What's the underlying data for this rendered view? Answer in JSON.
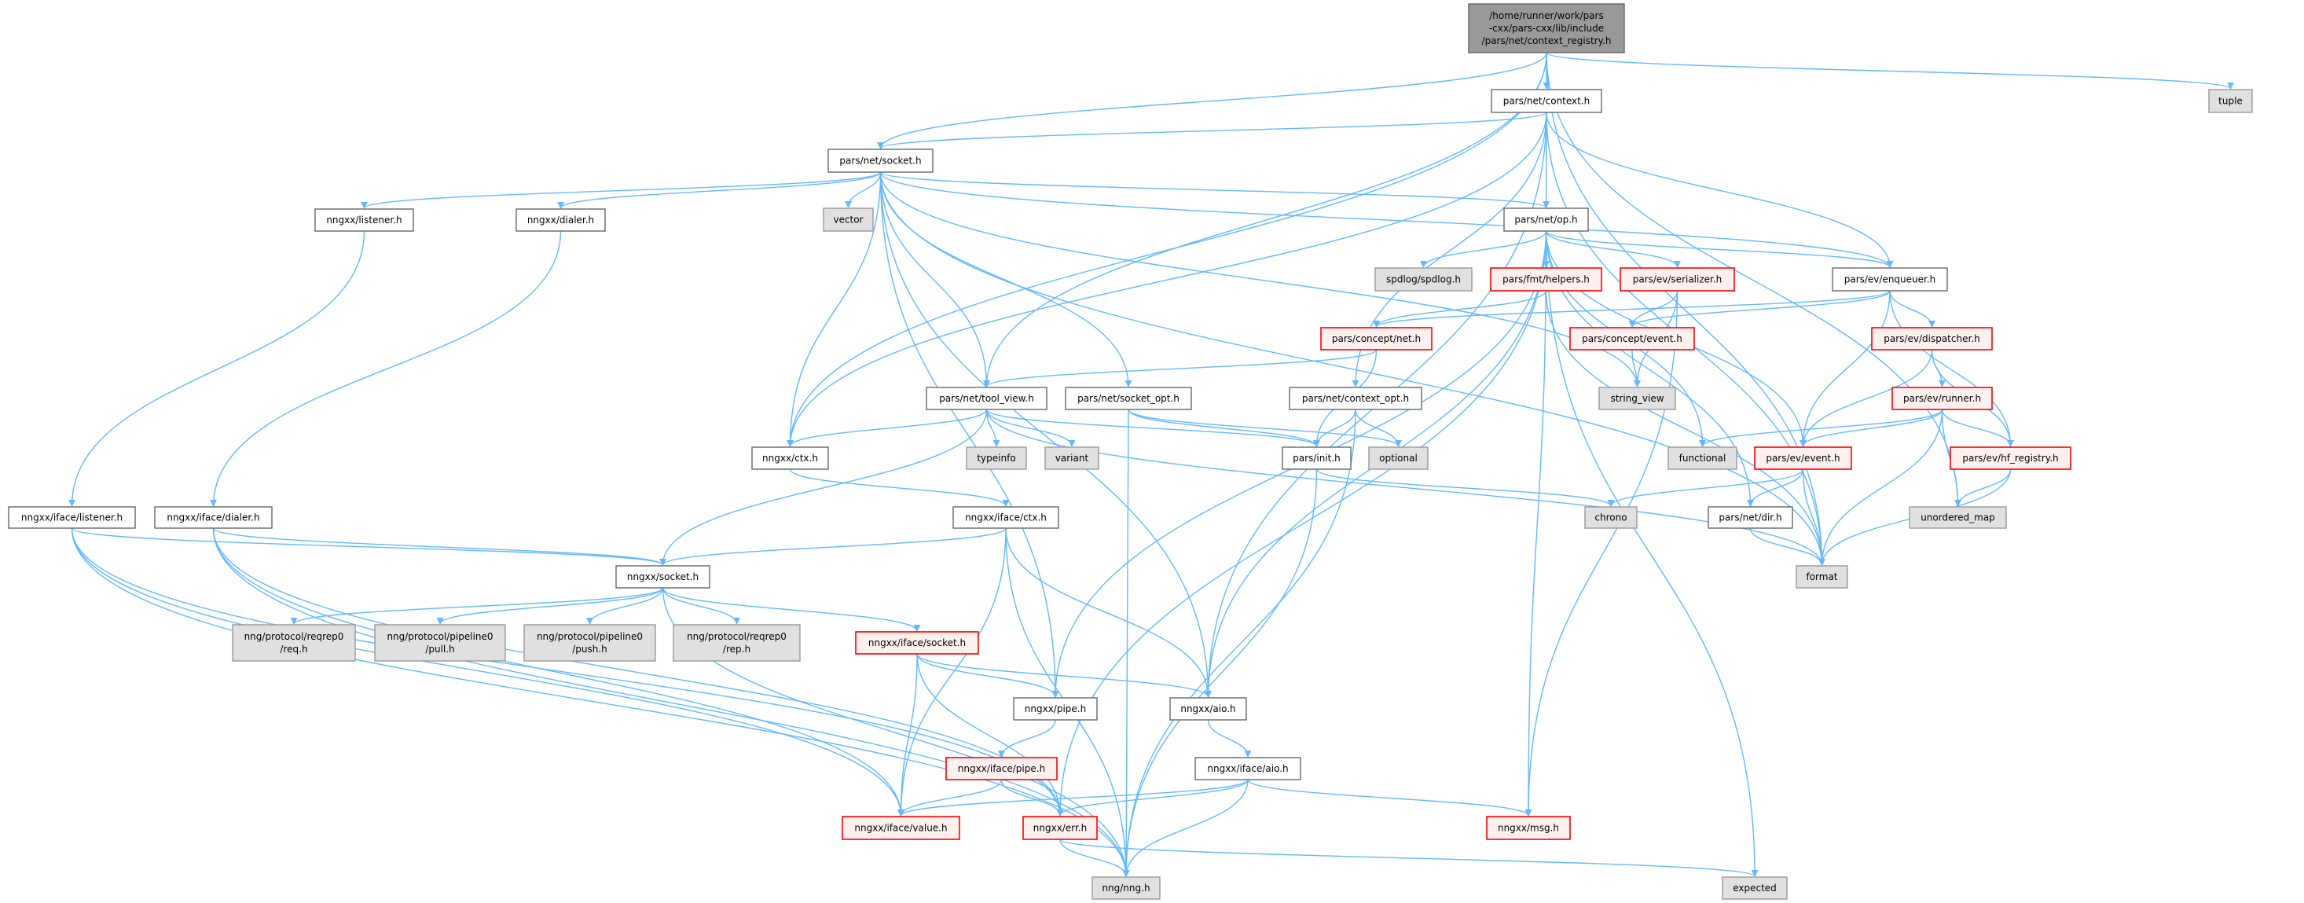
{
  "title": "/home/runner/work/pars-cxx/pars-cxx/lib/include/pars/net/context_registry.h",
  "colors": {
    "edge": "#63b8ff",
    "root_fill": "#999999",
    "root_border": "#666666",
    "normal_fill": "#ffffff",
    "normal_border": "#666666",
    "system_fill": "#e0e0e0",
    "system_border": "#999999",
    "truncated_fill": "#fff0f0",
    "truncated_border": "#ff0000"
  },
  "nodes": [
    {
      "id": "root",
      "kind": "root",
      "lines": [
        "/home/runner/work/pars",
        "-cxx/pars-cxx/lib/include",
        "/pars/net/context_registry.h"
      ]
    },
    {
      "id": "context",
      "kind": "normal",
      "lines": [
        "pars/net/context.h"
      ]
    },
    {
      "id": "tuple",
      "kind": "system",
      "lines": [
        "tuple"
      ]
    },
    {
      "id": "socket",
      "kind": "normal",
      "lines": [
        "pars/net/socket.h"
      ]
    },
    {
      "id": "listener",
      "kind": "normal",
      "lines": [
        "nngxx/listener.h"
      ]
    },
    {
      "id": "dialer",
      "kind": "normal",
      "lines": [
        "nngxx/dialer.h"
      ]
    },
    {
      "id": "vector",
      "kind": "system",
      "lines": [
        "vector"
      ]
    },
    {
      "id": "op",
      "kind": "normal",
      "lines": [
        "pars/net/op.h"
      ]
    },
    {
      "id": "spdlog",
      "kind": "system",
      "lines": [
        "spdlog/spdlog.h"
      ]
    },
    {
      "id": "helpers",
      "kind": "truncated",
      "lines": [
        "pars/fmt/helpers.h"
      ]
    },
    {
      "id": "serializer",
      "kind": "truncated",
      "lines": [
        "pars/ev/serializer.h"
      ]
    },
    {
      "id": "enqueuer",
      "kind": "normal",
      "lines": [
        "pars/ev/enqueuer.h"
      ]
    },
    {
      "id": "cnet",
      "kind": "truncated",
      "lines": [
        "pars/concept/net.h"
      ]
    },
    {
      "id": "cevent",
      "kind": "truncated",
      "lines": [
        "pars/concept/event.h"
      ]
    },
    {
      "id": "dispatcher",
      "kind": "truncated",
      "lines": [
        "pars/ev/dispatcher.h"
      ]
    },
    {
      "id": "toolview",
      "kind": "normal",
      "lines": [
        "pars/net/tool_view.h"
      ]
    },
    {
      "id": "sockopt",
      "kind": "normal",
      "lines": [
        "pars/net/socket_opt.h"
      ]
    },
    {
      "id": "ctxopt",
      "kind": "normal",
      "lines": [
        "pars/net/context_opt.h"
      ]
    },
    {
      "id": "stringview",
      "kind": "system",
      "lines": [
        "string_view"
      ]
    },
    {
      "id": "runner",
      "kind": "truncated",
      "lines": [
        "pars/ev/runner.h"
      ]
    },
    {
      "id": "ctx",
      "kind": "normal",
      "lines": [
        "nngxx/ctx.h"
      ]
    },
    {
      "id": "typeinfo",
      "kind": "system",
      "lines": [
        "typeinfo"
      ]
    },
    {
      "id": "variant",
      "kind": "system",
      "lines": [
        "variant"
      ]
    },
    {
      "id": "init",
      "kind": "normal",
      "lines": [
        "pars/init.h"
      ]
    },
    {
      "id": "optional",
      "kind": "system",
      "lines": [
        "optional"
      ]
    },
    {
      "id": "functional",
      "kind": "system",
      "lines": [
        "functional"
      ]
    },
    {
      "id": "event",
      "kind": "truncated",
      "lines": [
        "pars/ev/event.h"
      ]
    },
    {
      "id": "hfreg",
      "kind": "truncated",
      "lines": [
        "pars/ev/hf_registry.h"
      ]
    },
    {
      "id": "ilistener",
      "kind": "normal",
      "lines": [
        "nngxx/iface/listener.h"
      ]
    },
    {
      "id": "idialer",
      "kind": "normal",
      "lines": [
        "nngxx/iface/dialer.h"
      ]
    },
    {
      "id": "ictx",
      "kind": "normal",
      "lines": [
        "nngxx/iface/ctx.h"
      ]
    },
    {
      "id": "chrono",
      "kind": "system",
      "lines": [
        "chrono"
      ]
    },
    {
      "id": "dir",
      "kind": "normal",
      "lines": [
        "pars/net/dir.h"
      ]
    },
    {
      "id": "umap",
      "kind": "system",
      "lines": [
        "unordered_map"
      ]
    },
    {
      "id": "nsocket",
      "kind": "normal",
      "lines": [
        "nngxx/socket.h"
      ]
    },
    {
      "id": "format",
      "kind": "system",
      "lines": [
        "format"
      ]
    },
    {
      "id": "req",
      "kind": "system",
      "lines": [
        "nng/protocol/reqrep0",
        "/req.h"
      ]
    },
    {
      "id": "pull",
      "kind": "system",
      "lines": [
        "nng/protocol/pipeline0",
        "/pull.h"
      ]
    },
    {
      "id": "push",
      "kind": "system",
      "lines": [
        "nng/protocol/pipeline0",
        "/push.h"
      ]
    },
    {
      "id": "rep",
      "kind": "system",
      "lines": [
        "nng/protocol/reqrep0",
        "/rep.h"
      ]
    },
    {
      "id": "isocket",
      "kind": "truncated",
      "lines": [
        "nngxx/iface/socket.h"
      ]
    },
    {
      "id": "pipe",
      "kind": "normal",
      "lines": [
        "nngxx/pipe.h"
      ]
    },
    {
      "id": "aio",
      "kind": "normal",
      "lines": [
        "nngxx/aio.h"
      ]
    },
    {
      "id": "ipipe",
      "kind": "truncated",
      "lines": [
        "nngxx/iface/pipe.h"
      ]
    },
    {
      "id": "iaio",
      "kind": "normal",
      "lines": [
        "nngxx/iface/aio.h"
      ]
    },
    {
      "id": "value",
      "kind": "truncated",
      "lines": [
        "nngxx/iface/value.h"
      ]
    },
    {
      "id": "err",
      "kind": "truncated",
      "lines": [
        "nngxx/err.h"
      ]
    },
    {
      "id": "msg",
      "kind": "truncated",
      "lines": [
        "nngxx/msg.h"
      ]
    },
    {
      "id": "nng",
      "kind": "system",
      "lines": [
        "nng/nng.h"
      ]
    },
    {
      "id": "expected",
      "kind": "system",
      "lines": [
        "expected"
      ]
    }
  ],
  "edges": [
    [
      "root",
      "context"
    ],
    [
      "root",
      "socket"
    ],
    [
      "root",
      "toolview"
    ],
    [
      "root",
      "ctx"
    ],
    [
      "root",
      "tuple"
    ],
    [
      "root",
      "umap"
    ],
    [
      "root",
      "format"
    ],
    [
      "context",
      "socket"
    ],
    [
      "context",
      "op"
    ],
    [
      "context",
      "ctx"
    ],
    [
      "context",
      "ctxopt"
    ],
    [
      "context",
      "enqueuer"
    ],
    [
      "context",
      "format"
    ],
    [
      "context",
      "aio"
    ],
    [
      "socket",
      "listener"
    ],
    [
      "socket",
      "dialer"
    ],
    [
      "socket",
      "vector"
    ],
    [
      "socket",
      "op"
    ],
    [
      "socket",
      "enqueuer"
    ],
    [
      "socket",
      "sockopt"
    ],
    [
      "socket",
      "toolview"
    ],
    [
      "socket",
      "ctx"
    ],
    [
      "socket",
      "aio"
    ],
    [
      "socket",
      "pipe"
    ],
    [
      "socket",
      "format"
    ],
    [
      "socket",
      "stringview"
    ],
    [
      "op",
      "spdlog"
    ],
    [
      "op",
      "helpers"
    ],
    [
      "op",
      "serializer"
    ],
    [
      "op",
      "enqueuer"
    ],
    [
      "op",
      "event"
    ],
    [
      "op",
      "msg"
    ],
    [
      "op",
      "aio"
    ],
    [
      "op",
      "pipe"
    ],
    [
      "op",
      "expected"
    ],
    [
      "op",
      "functional"
    ],
    [
      "op",
      "dir"
    ],
    [
      "op",
      "err"
    ],
    [
      "enqueuer",
      "cnet"
    ],
    [
      "enqueuer",
      "cevent"
    ],
    [
      "enqueuer",
      "dispatcher"
    ],
    [
      "enqueuer",
      "event"
    ],
    [
      "enqueuer",
      "hfreg"
    ],
    [
      "helpers",
      "cnet"
    ],
    [
      "helpers",
      "format"
    ],
    [
      "serializer",
      "cevent"
    ],
    [
      "serializer",
      "stringview"
    ],
    [
      "serializer",
      "msg"
    ],
    [
      "cnet",
      "toolview"
    ],
    [
      "cnet",
      "init"
    ],
    [
      "cevent",
      "stringview"
    ],
    [
      "dispatcher",
      "runner"
    ],
    [
      "dispatcher",
      "event"
    ],
    [
      "dispatcher",
      "hfreg"
    ],
    [
      "runner",
      "functional"
    ],
    [
      "runner",
      "event"
    ],
    [
      "runner",
      "hfreg"
    ],
    [
      "runner",
      "umap"
    ],
    [
      "runner",
      "format"
    ],
    [
      "event",
      "chrono"
    ],
    [
      "event",
      "dir"
    ],
    [
      "event",
      "format"
    ],
    [
      "hfreg",
      "umap"
    ],
    [
      "hfreg",
      "format"
    ],
    [
      "dir",
      "format"
    ],
    [
      "toolview",
      "ctx"
    ],
    [
      "toolview",
      "typeinfo"
    ],
    [
      "toolview",
      "variant"
    ],
    [
      "toolview",
      "init"
    ],
    [
      "toolview",
      "nsocket"
    ],
    [
      "toolview",
      "format"
    ],
    [
      "sockopt",
      "init"
    ],
    [
      "sockopt",
      "optional"
    ],
    [
      "sockopt",
      "nng"
    ],
    [
      "ctxopt",
      "init"
    ],
    [
      "ctxopt",
      "optional"
    ],
    [
      "ctxopt",
      "nng"
    ],
    [
      "init",
      "chrono"
    ],
    [
      "init",
      "nng"
    ],
    [
      "ctx",
      "ictx"
    ],
    [
      "ictx",
      "nsocket"
    ],
    [
      "ictx",
      "aio"
    ],
    [
      "ictx",
      "value"
    ],
    [
      "ictx",
      "nng"
    ],
    [
      "listener",
      "ilistener"
    ],
    [
      "dialer",
      "idialer"
    ],
    [
      "ilistener",
      "nsocket"
    ],
    [
      "ilistener",
      "value"
    ],
    [
      "ilistener",
      "err"
    ],
    [
      "ilistener",
      "nng"
    ],
    [
      "idialer",
      "nsocket"
    ],
    [
      "idialer",
      "value"
    ],
    [
      "idialer",
      "err"
    ],
    [
      "idialer",
      "nng"
    ],
    [
      "nsocket",
      "req"
    ],
    [
      "nsocket",
      "pull"
    ],
    [
      "nsocket",
      "push"
    ],
    [
      "nsocket",
      "rep"
    ],
    [
      "nsocket",
      "isocket"
    ],
    [
      "nsocket",
      "nng"
    ],
    [
      "isocket",
      "pipe"
    ],
    [
      "isocket",
      "aio"
    ],
    [
      "isocket",
      "value"
    ],
    [
      "isocket",
      "err"
    ],
    [
      "pipe",
      "ipipe"
    ],
    [
      "aio",
      "iaio"
    ],
    [
      "ipipe",
      "value"
    ],
    [
      "ipipe",
      "err"
    ],
    [
      "iaio",
      "value"
    ],
    [
      "iaio",
      "err"
    ],
    [
      "iaio",
      "msg"
    ],
    [
      "iaio",
      "nng"
    ],
    [
      "err",
      "nng"
    ],
    [
      "err",
      "expected"
    ]
  ]
}
